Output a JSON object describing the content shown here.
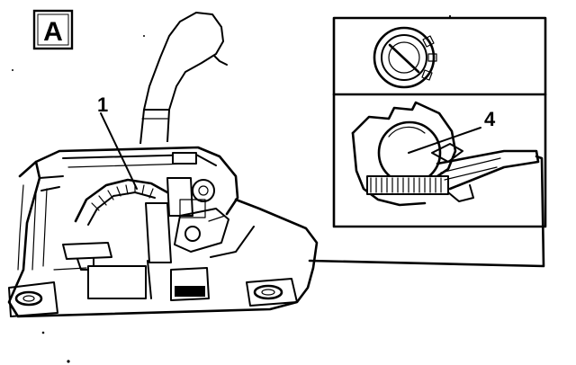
{
  "figure": {
    "panel_label": "A",
    "callouts": {
      "shift_gate": "1",
      "detail_part": "4"
    }
  }
}
